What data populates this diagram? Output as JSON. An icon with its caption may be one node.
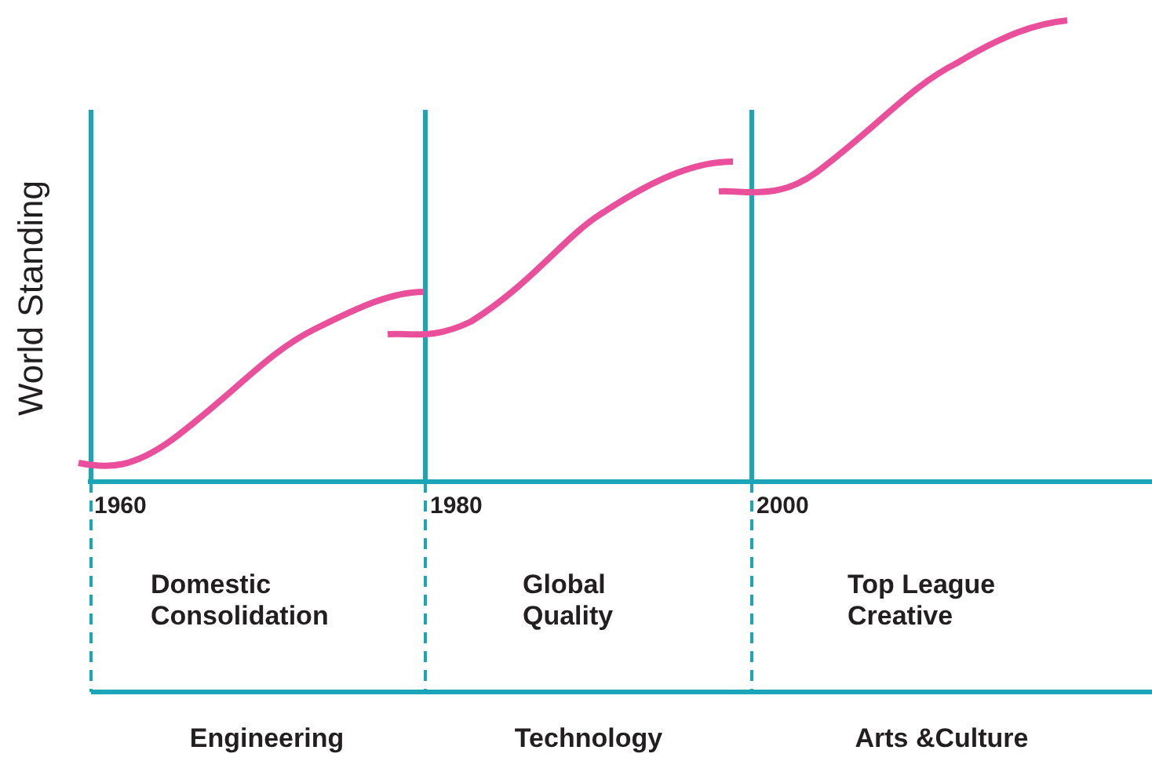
{
  "diagram": {
    "labels": [
      "World Standing",
      "1960",
      "1980",
      "2000",
      "Domestic Consolidation",
      "Global Quality",
      "Top League Creative",
      "Engineering",
      "Technology",
      "Arts &Culture"
    ]
  }
}
